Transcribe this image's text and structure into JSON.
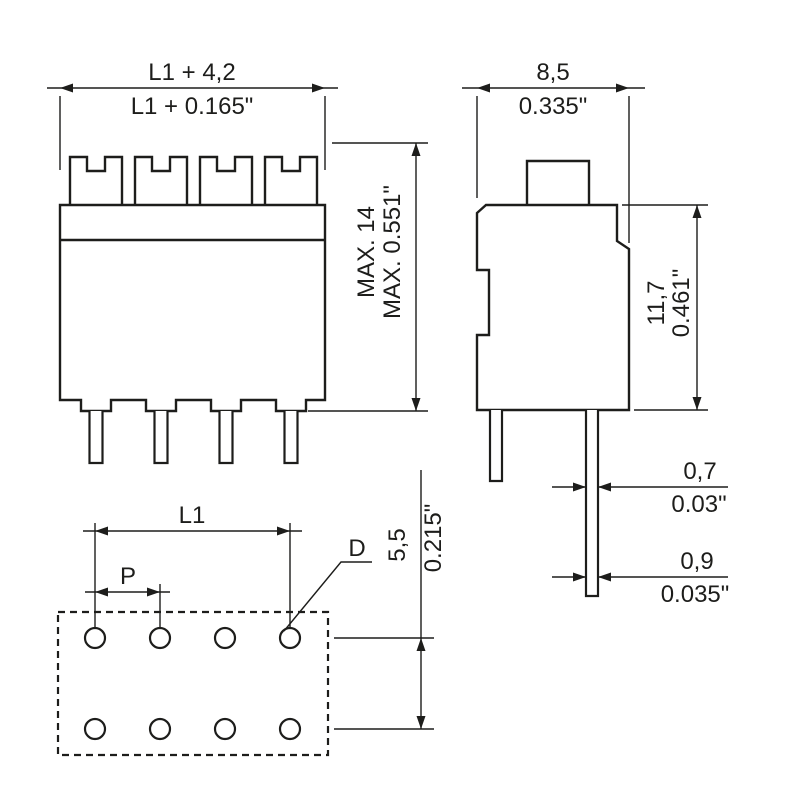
{
  "colors": {
    "line": "#1d1d1b",
    "background": "#ffffff"
  },
  "views": {
    "front": {
      "width_mm": "L1 + 4,2",
      "width_inch": "L1 + 0.165\"",
      "max_height_mm": "MAX. 14",
      "max_height_inch": "MAX. 0.551\""
    },
    "side": {
      "depth_mm": "8,5",
      "depth_inch": "0.335\"",
      "body_height_mm": "11,7",
      "body_height_inch": "0.461\"",
      "pin_thickness_mm": "0,7",
      "pin_thickness_inch": "0.03\"",
      "pin_width_mm": "0,9",
      "pin_width_inch": "0.035\""
    },
    "footprint": {
      "span_label": "L1",
      "pitch_label": "P",
      "hole_diameter_label": "D",
      "row_spacing_mm": "5,5",
      "row_spacing_inch": "0.215\""
    }
  }
}
